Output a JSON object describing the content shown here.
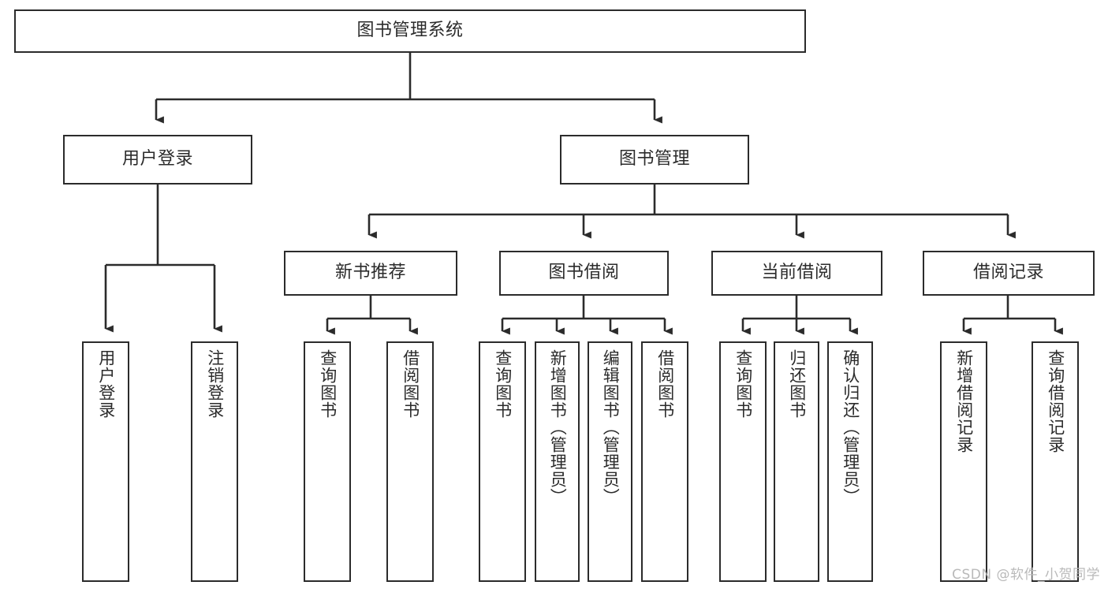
{
  "diagram": {
    "title": "图书管理系统",
    "type": "tree-hierarchy",
    "root": {
      "label": "图书管理系统"
    },
    "level2": [
      {
        "label": "用户登录"
      },
      {
        "label": "图书管理"
      }
    ],
    "level3": [
      {
        "label": "新书推荐"
      },
      {
        "label": "图书借阅"
      },
      {
        "label": "当前借阅"
      },
      {
        "label": "借阅记录"
      }
    ],
    "leaves": {
      "user_login": [
        {
          "label": "用户登录"
        },
        {
          "label": "注销登录"
        }
      ],
      "new_book_recommend": [
        {
          "label": "查询图书"
        },
        {
          "label": "借阅图书"
        }
      ],
      "book_borrow": [
        {
          "label": "查询图书"
        },
        {
          "label": "新增图书（管理员）"
        },
        {
          "label": "编辑图书（管理员）"
        },
        {
          "label": "借阅图书"
        }
      ],
      "current_borrow": [
        {
          "label": "查询图书"
        },
        {
          "label": "归还图书"
        },
        {
          "label": "确认归还（管理员）"
        }
      ],
      "borrow_record": [
        {
          "label": "新增借阅记录"
        },
        {
          "label": "查询借阅记录"
        }
      ]
    }
  },
  "watermark": {
    "text": "CSDN @软件_小贺同学"
  },
  "colors": {
    "stroke": "#2b2b2b",
    "background": "#ffffff",
    "watermark": "#b9b9b9"
  }
}
